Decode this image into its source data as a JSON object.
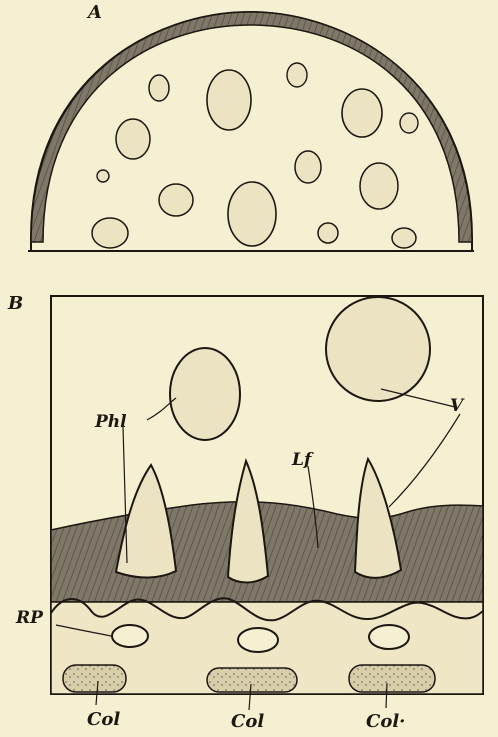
{
  "figure": {
    "panel_a_label": "A",
    "panel_b_label": "B",
    "labels": {
      "phl": "Phl",
      "v": "V",
      "lf": "Lf",
      "rp": "RP",
      "col_1": "Col",
      "col_2": "Col",
      "col_3": "Col·"
    }
  },
  "colors": {
    "paper": "#f6f0d3",
    "ink": "#1d1712",
    "band": "#7f7767",
    "bundle_fill": "#ebe3c1",
    "col_fill": "#d8cfaa"
  }
}
